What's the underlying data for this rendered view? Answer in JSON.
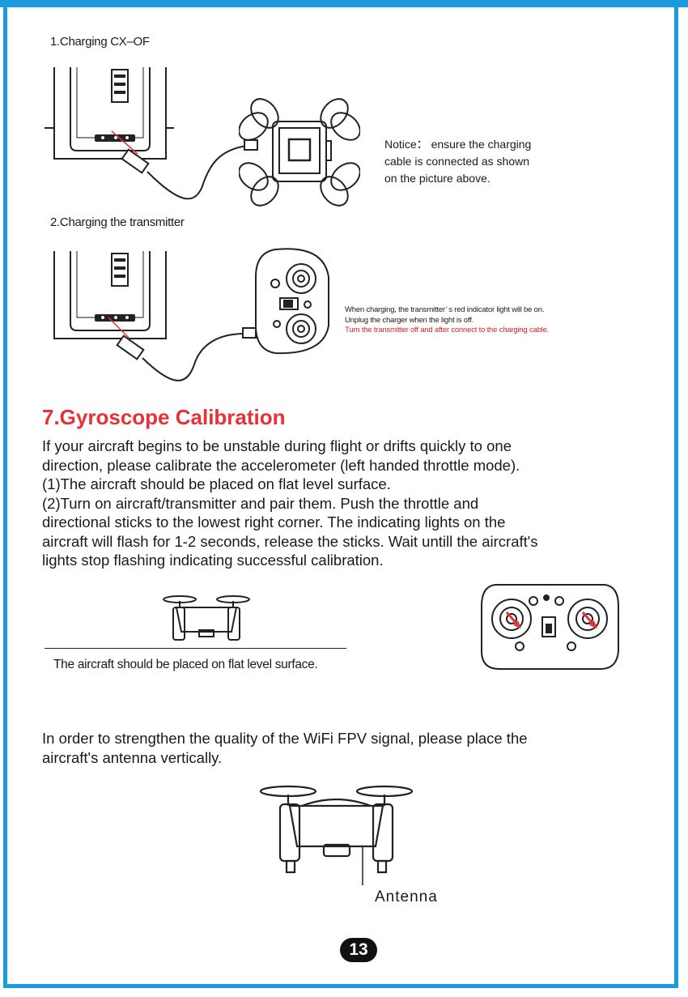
{
  "section_charging": {
    "step1_label": "1.Charging CX–OF",
    "notice_line1": "Notice： ensure the charging",
    "notice_line2": "cable is connected as shown",
    "notice_line3": "on the picture above.",
    "step2_label": "2.Charging the transmitter",
    "tx_note_line1": "When charging, the transmitter’ s red indicator light will be on.",
    "tx_note_line2": "Unplug the charger when the light is off.",
    "tx_note_line3": "Turn the transmitter off and after connect to the charging cable."
  },
  "section_gyro": {
    "heading": "7.Gyroscope Calibration",
    "para_lines": [
      "If your aircraft begins to be unstable during flight or drifts quickly to one",
      "direction, please calibrate the accelerometer (left handed throttle mode).",
      "(1)The aircraft should be placed on flat level surface.",
      "(2)Turn on aircraft/transmitter and pair them. Push the throttle and",
      "directional sticks to the lowest right corner. The indicating lights on the",
      "aircraft will flash for 1-2 seconds, release the sticks. Wait untill the aircraft's",
      "lights stop flashing indicating successful calibration."
    ],
    "caption": "The aircraft should be placed on flat level surface."
  },
  "section_antenna": {
    "para_line1": "In order to strengthen the quality of the WiFi FPV signal, please  place the",
    "para_line2": "aircraft's antenna vertically.",
    "antenna_label": "Antenna"
  },
  "page_number": "13",
  "colors": {
    "frame": "#1b9ae0",
    "heading": "#e53238",
    "warning": "#e0202a",
    "arrow": "#e53238"
  }
}
